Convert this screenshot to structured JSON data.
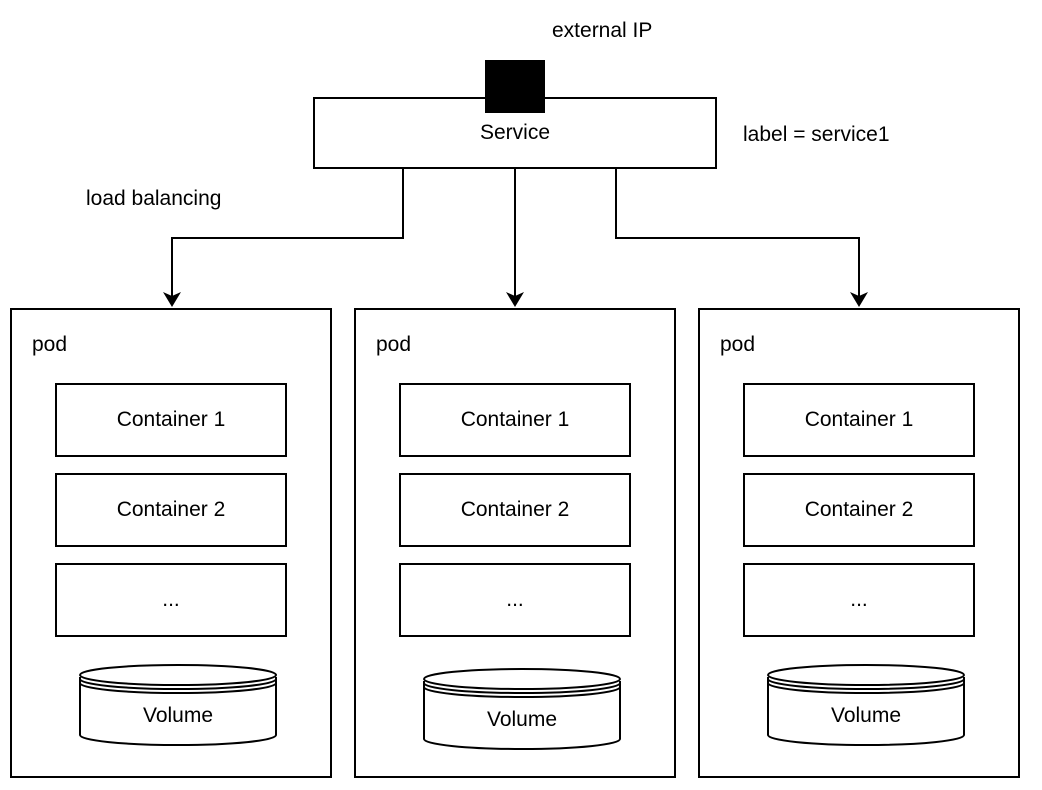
{
  "external_ip_label": "external IP",
  "service": {
    "label": "Service",
    "selector_label": "label = service1"
  },
  "load_balancing_label": "load balancing",
  "pods": [
    {
      "title": "pod",
      "containers": [
        "Container 1",
        "Container 2",
        "..."
      ],
      "volume": "Volume"
    },
    {
      "title": "pod",
      "containers": [
        "Container 1",
        "Container 2",
        "..."
      ],
      "volume": "Volume"
    },
    {
      "title": "pod",
      "containers": [
        "Container 1",
        "Container 2",
        "..."
      ],
      "volume": "Volume"
    }
  ]
}
